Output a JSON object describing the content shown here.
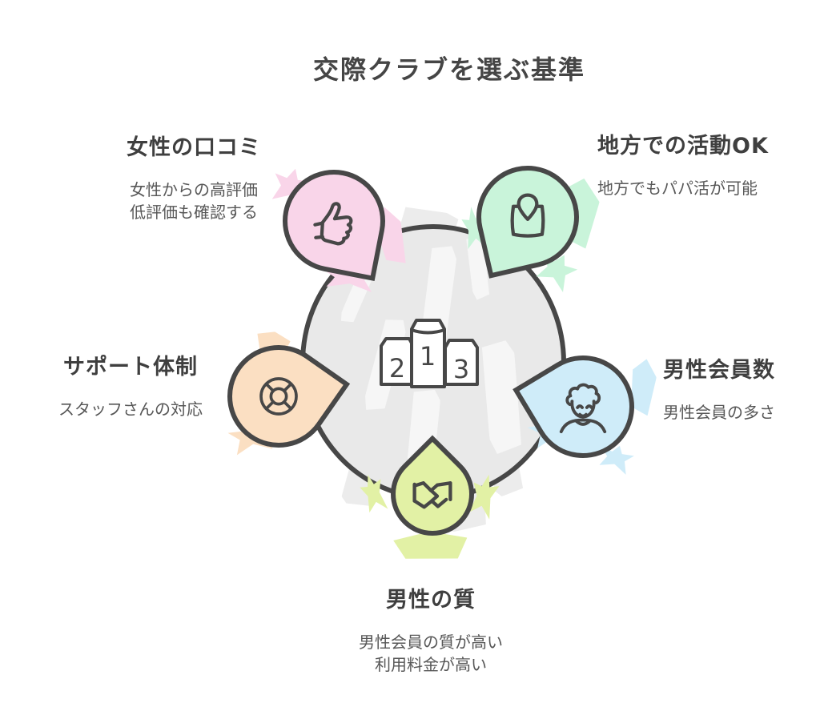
{
  "title": "交際クラブを選ぶ基準",
  "colors": {
    "outline": "#474747",
    "heading_text": "#3f3f3f",
    "body_text": "#575757",
    "circle_fill": "#e9e9e9",
    "background": "#ffffff"
  },
  "podium": {
    "rank1": "1",
    "rank2": "2",
    "rank3": "3"
  },
  "nodes": {
    "reviews": {
      "heading": "女性の口コミ",
      "desc_line1": "女性からの高評価",
      "desc_line2": "低評価も確認する",
      "icon": "thumbs-up",
      "color": "#f9d5e9"
    },
    "regional": {
      "heading": "地方での活動OK",
      "desc_line1": "地方でもパパ活が可能",
      "icon": "map-pin",
      "color": "#c9f4da"
    },
    "members": {
      "heading": "男性会員数",
      "desc_line1": "男性会員の多さ",
      "icon": "smiling-person",
      "color": "#cfecf9"
    },
    "quality": {
      "heading": "男性の質",
      "desc_line1": "男性会員の質が高い",
      "desc_line2": "利用料金が高い",
      "icon": "handshake",
      "color": "#e2f1a5"
    },
    "support": {
      "heading": "サポート体制",
      "desc_line1": "スタッフさんの対応",
      "icon": "lifebuoy",
      "color": "#fbdfc2"
    }
  }
}
